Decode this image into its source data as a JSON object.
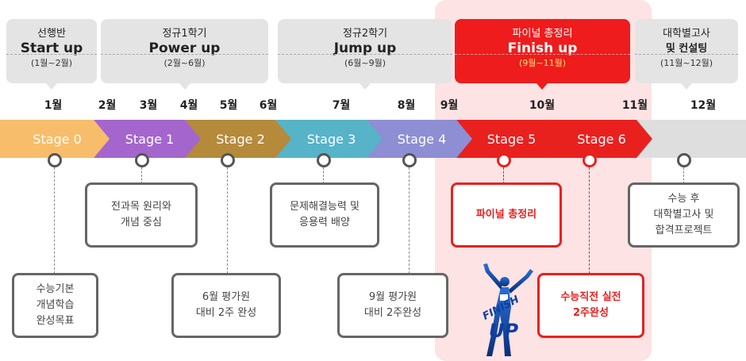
{
  "phases": [
    {
      "ko": "선행반",
      "en": "Start up",
      "months": "(1월~2월)"
    },
    {
      "ko": "정규1학기",
      "en": "Power up",
      "months": "(2월~6월)"
    },
    {
      "ko": "정규2학기",
      "en": "Jump up",
      "months": "(6월~9월)"
    },
    {
      "ko": "파이널 총정리",
      "en": "Finish up",
      "months": "(9월~11월)"
    },
    {
      "ko": "대학별고사",
      "en": "및 컨설팅",
      "months": "(11월~12월)"
    }
  ],
  "months": [
    "1월",
    "2월",
    "3월",
    "4월",
    "5월",
    "6월",
    "7월",
    "8월",
    "9월",
    "10월",
    "11월",
    "12월"
  ],
  "stages": [
    {
      "label": "Stage 0",
      "color": "#f7bd6a"
    },
    {
      "label": "Stage 1",
      "color": "#a466cc"
    },
    {
      "label": "Stage 2",
      "color": "#b58a3a"
    },
    {
      "label": "Stage 3",
      "color": "#56b3c8"
    },
    {
      "label": "Stage 4",
      "color": "#8e8ed4"
    },
    {
      "label": "Stage 5",
      "color": "#e8211f"
    },
    {
      "label": "Stage 6",
      "color": "#e8211f"
    },
    {
      "label": "",
      "color": "#dedede"
    }
  ],
  "boxes": {
    "b0": "수능기본\n개념학습\n완성목표",
    "b1": "전과목 원리와\n개념 중심",
    "b2": "6월 평가원\n대비 2주 완성",
    "b3": "문제해결능력 및\n응용력 배양",
    "b4": "9월 평가원\n대비 2주완성",
    "b5": "파이널 총정리",
    "b6": "수능직전 실전\n2주완성",
    "b7": "수능 후\n대학별고사 및\n합격프로젝트"
  },
  "runner_text": "FINISH UP",
  "colors": {
    "accent": "#e8211f",
    "highlight": "#fde3e3",
    "phase_bg": "#e4e4e4"
  }
}
